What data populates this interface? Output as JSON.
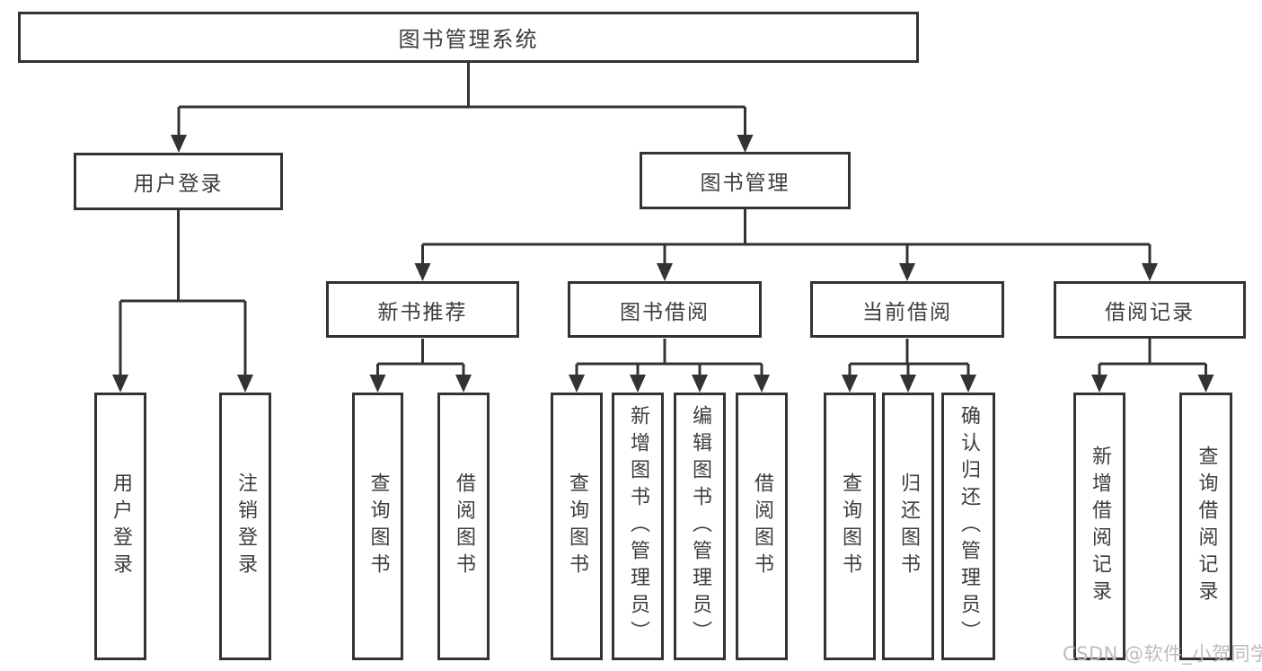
{
  "diagram_type": "function-structure-tree",
  "tree": {
    "label": "图书管理系统",
    "children": [
      {
        "label": "用户登录",
        "children": [
          {
            "label": "用户登录"
          },
          {
            "label": "注销登录"
          }
        ]
      },
      {
        "label": "图书管理",
        "children": [
          {
            "label": "新书推荐",
            "children": [
              {
                "label": "查询图书"
              },
              {
                "label": "借阅图书"
              }
            ]
          },
          {
            "label": "图书借阅",
            "children": [
              {
                "label": "查询图书"
              },
              {
                "label": "新增图书（管理员）"
              },
              {
                "label": "编辑图书（管理员）"
              },
              {
                "label": "借阅图书"
              }
            ]
          },
          {
            "label": "当前借阅",
            "children": [
              {
                "label": "查询图书"
              },
              {
                "label": "归还图书"
              },
              {
                "label": "确认归还（管理员）"
              }
            ]
          },
          {
            "label": "借阅记录",
            "children": [
              {
                "label": "新增借阅记录"
              },
              {
                "label": "查询借阅记录"
              }
            ]
          }
        ]
      }
    ]
  },
  "watermark": {
    "text": "CSDN @软件_小贺同学"
  },
  "colors": {
    "line": "#333333",
    "text": "#3d3d3d",
    "box_bg": "#ffffff",
    "watermark": "#bcbcbc",
    "page_bg": "#ffffff"
  }
}
